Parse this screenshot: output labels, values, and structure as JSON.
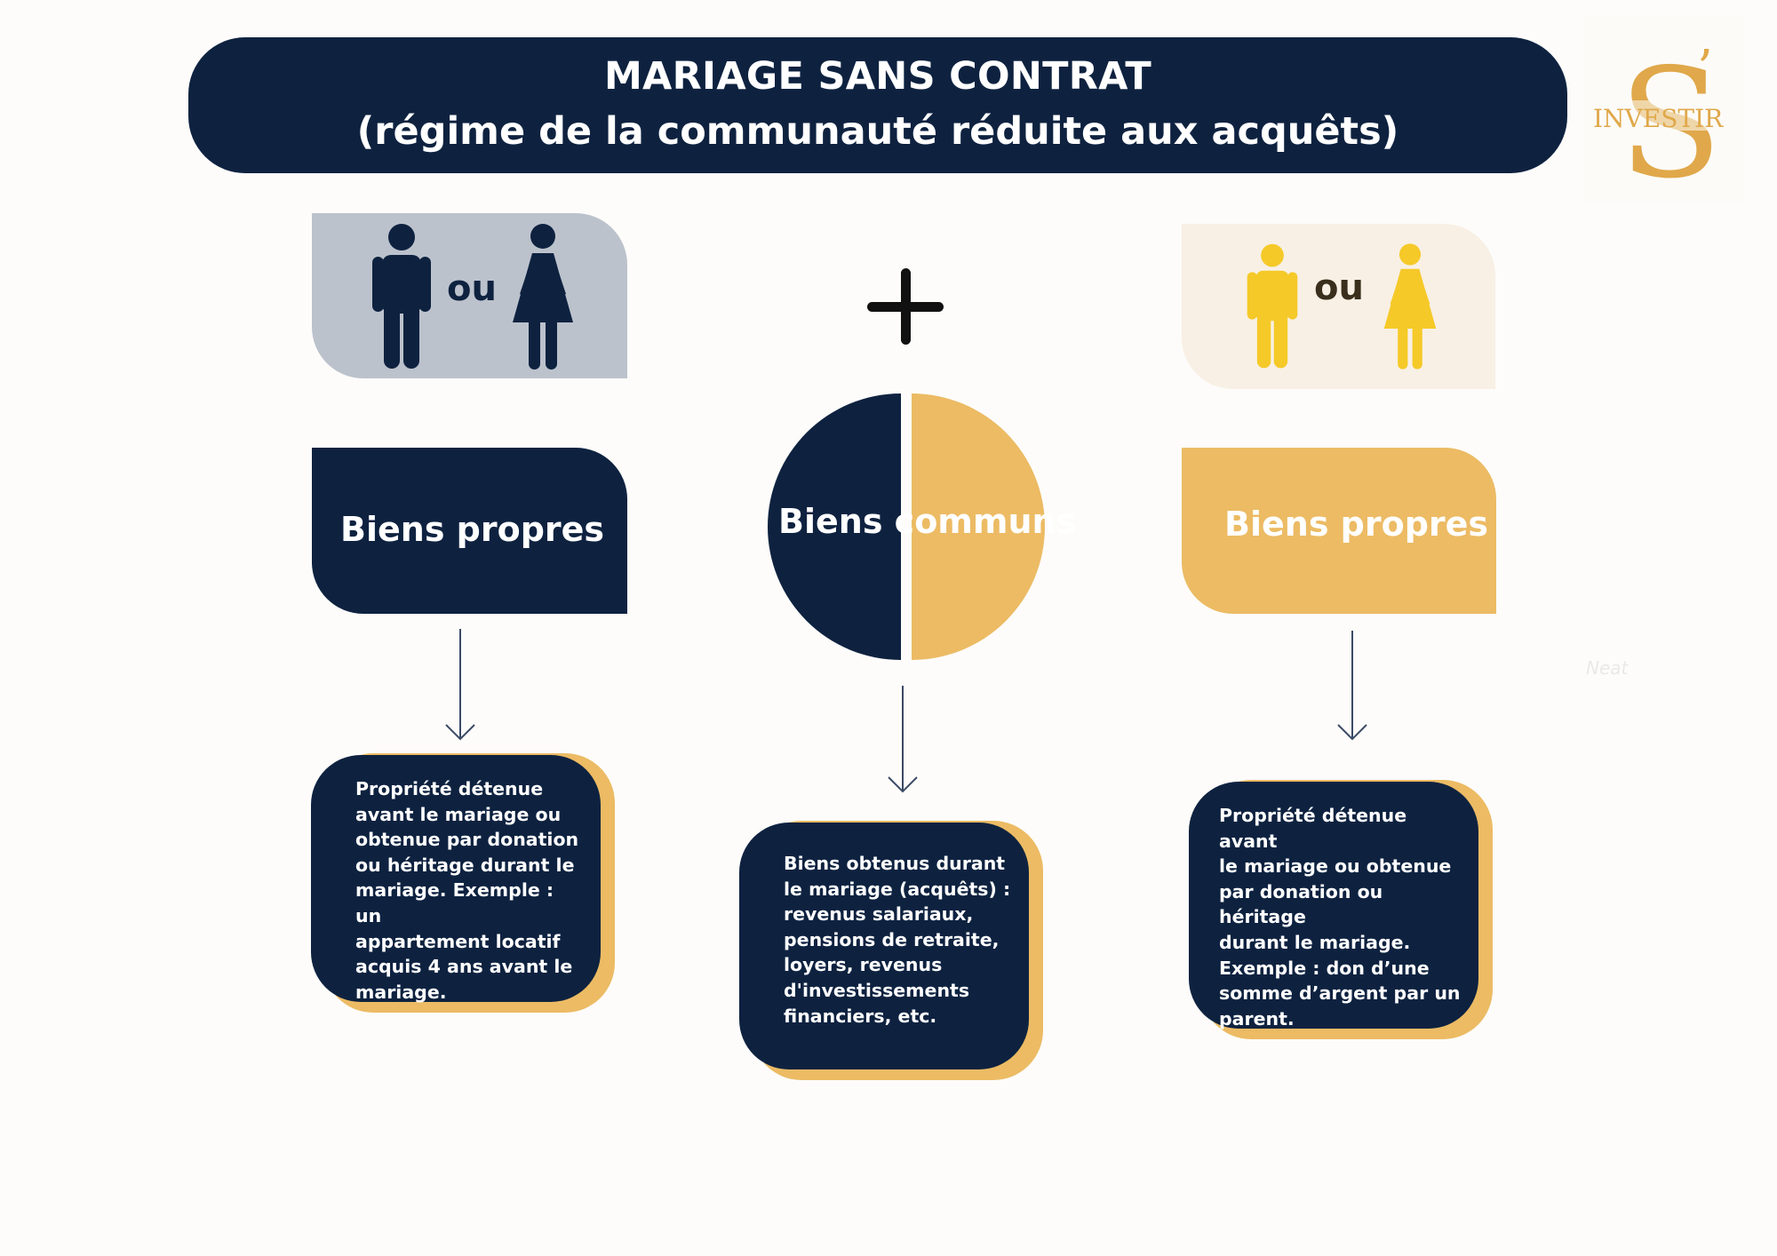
{
  "header": {
    "title_line1": "MARIAGE SANS CONTRAT",
    "title_line2": "(régime de la communauté réduite aux acquêts)"
  },
  "logo": {
    "letter": "S",
    "apostrophe": "’",
    "text": "INVESTIR",
    "color": "#e0a84a"
  },
  "left_person": {
    "connector": "ou",
    "color": "#0e2240",
    "icons": [
      "man-icon",
      "woman-icon"
    ]
  },
  "right_person": {
    "connector": "ou",
    "color": "#f5c928",
    "icons": [
      "man-icon",
      "woman-icon"
    ]
  },
  "plus_symbol": "+",
  "left_box": {
    "label": "Biens propres",
    "color": "#0e2240"
  },
  "center_circle": {
    "label": "Biens communs",
    "colors": [
      "#0e2240",
      "#ecbb64"
    ]
  },
  "right_box": {
    "label": "Biens propres",
    "color": "#ecbb64"
  },
  "cards": {
    "left": "Propriété détenue\navant le mariage ou\nobtenue par donation\nou héritage durant le\nmariage. Exemple : un\nappartement locatif\nacquis 4 ans avant le\nmariage.",
    "center": "Biens obtenus durant\nle mariage (acquêts) :\nrevenus salariaux,\npensions de retraite,\nloyers, revenus\nd'investissements\nfinanciers, etc.",
    "right": "Propriété détenue avant\nle mariage ou obtenue\npar donation ou héritage\ndurant le mariage.\nExemple : don d’une\nsomme d’argent par un\nparent."
  },
  "watermark": "Neat",
  "colors": {
    "navy": "#0e2240",
    "gold": "#ecbb64",
    "grey_panel": "#bcc2cc",
    "cream_panel": "#f8f0e4"
  }
}
